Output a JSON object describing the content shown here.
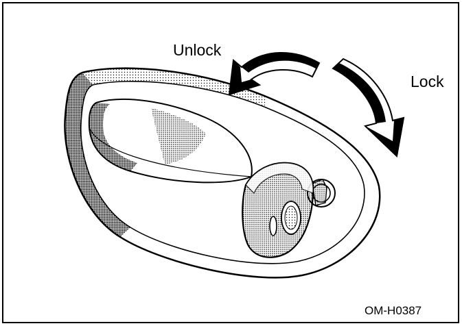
{
  "labels": {
    "unlock": "Unlock",
    "lock": "Lock",
    "figure_code": "OM-H0387"
  },
  "colors": {
    "line": "#000000",
    "background": "#ffffff",
    "shading": "#000000"
  },
  "icons": {
    "unlock_arrow": "curved-arrow-counterclockwise",
    "lock_arrow": "curved-arrow-clockwise"
  }
}
